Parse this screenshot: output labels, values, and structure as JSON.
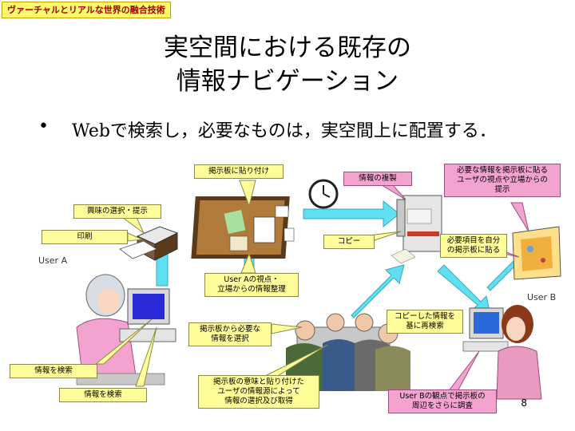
{
  "header_tag": "ヴァーチャルとリアルな世界の融合技術",
  "title": {
    "line1": "実空間における既存の",
    "line2": "情報ナビゲーション"
  },
  "bullet": {
    "symbol": "•",
    "text": "Webで検索し，必要なものは，実空間上に配置する．"
  },
  "callouts": {
    "board_post": "掲示板に貼り付け",
    "info_copy": "情報の複製",
    "needed_info": "必要な情報を掲示板に貼る\nユーザの視点や立場からの\n提示",
    "interest_select": "興味の選択・提示",
    "print": "印刷",
    "copy": "コピー",
    "own_board": "必要項目を自分\nの掲示板に貼る",
    "user_a_view": "User Aの視点・\n立場からの情報整理",
    "select_from_board": "掲示板から必要な\n情報を選択",
    "copied_research": "コピーした情報を\n基に再検索",
    "info_search_1": "情報を検索",
    "info_search_2": "情報を検索",
    "board_intent": "掲示板の意味と貼り付けた\nユーザの情報源によって\n情報の選択及び取得",
    "user_b_survey": "User Bの観点で掲示板の\n周辺をさらに調査"
  },
  "labels": {
    "user_a": "User A",
    "user_b": "User B"
  },
  "page_number": "8",
  "colors": {
    "callout_yellow": "#fffc9a",
    "callout_pink": "#f3a3d0",
    "arrow_cyan": "#5fe0f0",
    "cork": "#b07a3a"
  }
}
